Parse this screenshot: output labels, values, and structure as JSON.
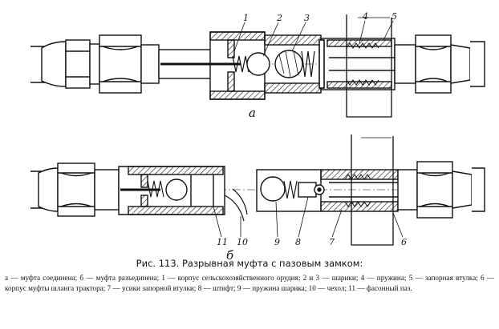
{
  "figure": {
    "top_assembly_label": "а",
    "bottom_assembly_label": "б",
    "callouts_top": [
      "1",
      "2",
      "3",
      "4",
      "5"
    ],
    "callouts_bottom": [
      "11",
      "10",
      "9",
      "8",
      "7",
      "6"
    ]
  },
  "caption": "Рис. 113. Разрывная муфта с пазовым замком:",
  "legend": {
    "line1": "а — муфта соединена; б — муфта разъединена; 1 — корпус сельскохозяйственного орудия; 2 и 3 — шарики; 4 — пружина;",
    "line2": "5 — запорная втулка; 6 — корпус муфты шланга трактора; 7 — усики запорной втулки; 8 — штифт; 9 — пружина шарика;",
    "line3": "10 — чехол; 11 — фасонный паз."
  }
}
